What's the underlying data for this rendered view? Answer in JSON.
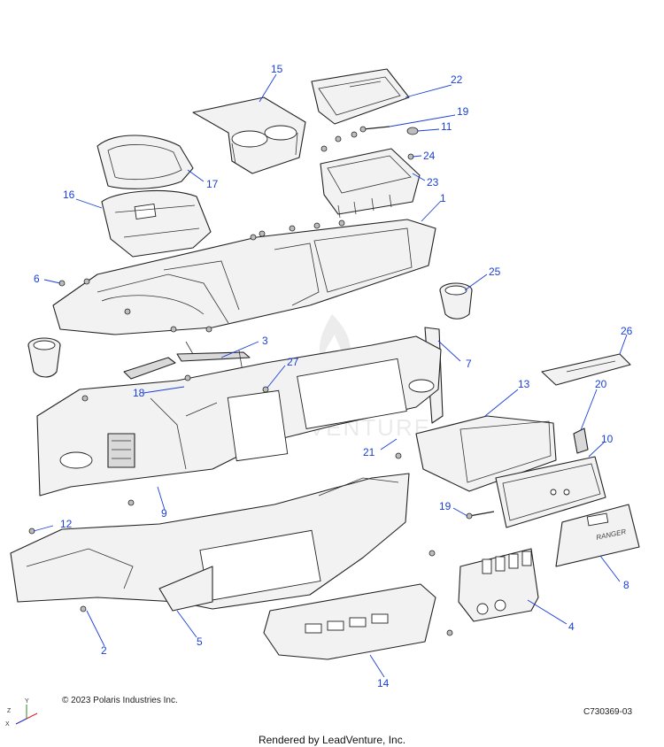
{
  "callouts": {
    "c1": "1",
    "c2": "2",
    "c3": "3",
    "c4": "4",
    "c5": "5",
    "c6": "6",
    "c7": "7",
    "c8": "8",
    "c9": "9",
    "c10": "10",
    "c11": "11",
    "c12": "12",
    "c13": "13",
    "c14": "14",
    "c15": "15",
    "c16": "16",
    "c17": "17",
    "c18": "18",
    "c19a": "19",
    "c19b": "19",
    "c20": "20",
    "c21": "21",
    "c22": "22",
    "c23": "23",
    "c24": "24",
    "c25": "25",
    "c26": "26",
    "c27": "27"
  },
  "footer": {
    "copyright": "© 2023 Polaris Industries Inc.",
    "diagram_id": "C730369-03",
    "rendered_by": "Rendered by LeadVenture, Inc.",
    "watermark": "LEADVENTURE"
  },
  "axes": {
    "z": "Z",
    "y": "Y",
    "x": "X"
  },
  "colors": {
    "callout": "#1a3fd6",
    "outline": "#222222",
    "fill": "#f2f2f2"
  }
}
